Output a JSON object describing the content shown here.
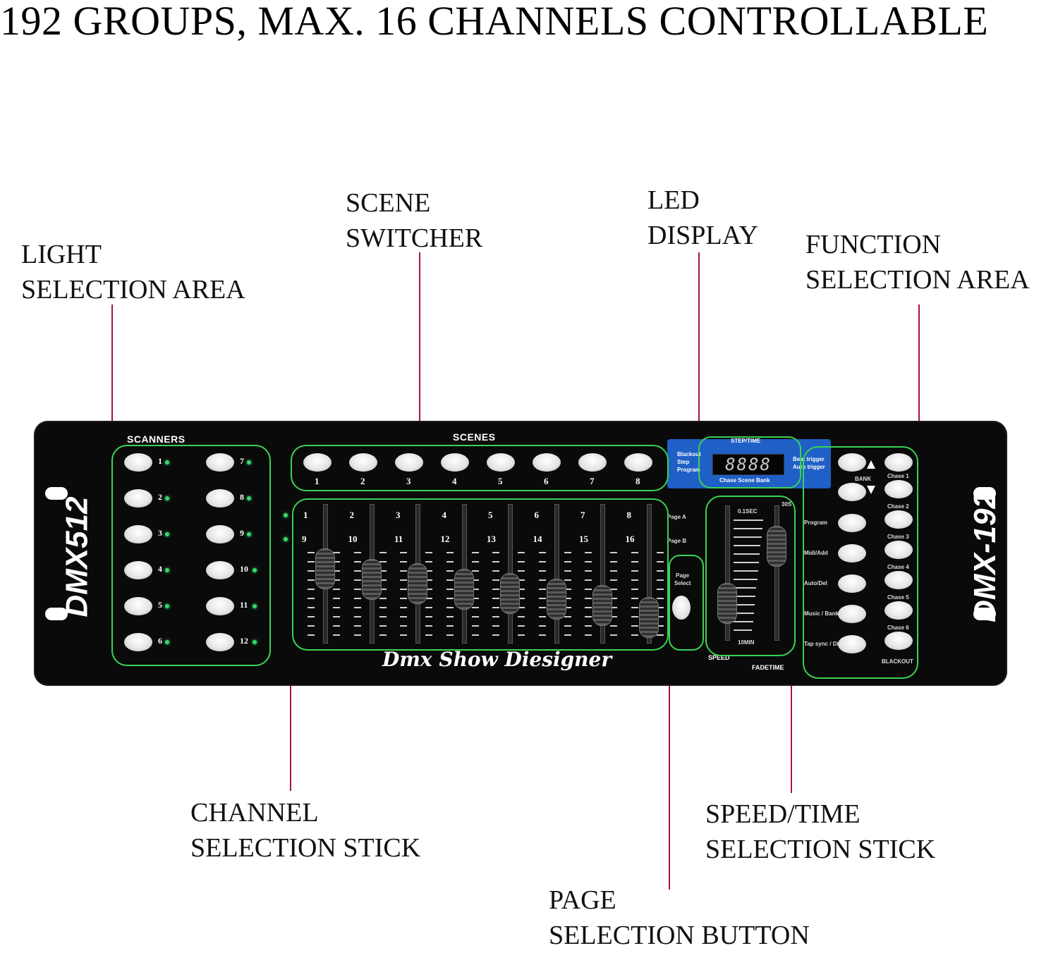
{
  "headline": "192 GROUPS, MAX. 16 CHANNELS CONTROLLABLE",
  "callouts": {
    "light": [
      "LIGHT",
      "SELECTION AREA"
    ],
    "scene": [
      "SCENE",
      "SWITCHER"
    ],
    "led": [
      "LED",
      "DISPLAY"
    ],
    "function": [
      "FUNCTION",
      "SELECTION AREA"
    ],
    "channel": [
      "CHANNEL",
      "SELECTION STICK"
    ],
    "speed": [
      "SPEED/TIME",
      "SELECTION STICK"
    ],
    "page": [
      "PAGE",
      "SELECTION BUTTON"
    ]
  },
  "device": {
    "left_brand": "DMX512",
    "right_brand": "DMX-192",
    "scanners_label": "SCANNERS",
    "scenes_label": "SCENES",
    "scanner_numbers": [
      "1",
      "2",
      "3",
      "4",
      "5",
      "6",
      "7",
      "8",
      "9",
      "10",
      "11",
      "12"
    ],
    "scene_numbers": [
      "1",
      "2",
      "3",
      "4",
      "5",
      "6",
      "7",
      "8"
    ],
    "channel_top": [
      "1",
      "2",
      "3",
      "4",
      "5",
      "6",
      "7",
      "8"
    ],
    "channel_bottom": [
      "9",
      "10",
      "11",
      "12",
      "13",
      "14",
      "15",
      "16"
    ],
    "page_a": "Page A",
    "page_b": "Page B",
    "page_select": [
      "Page",
      "Select"
    ],
    "step_time": "STEP/TIME",
    "led_readout": "8888",
    "display_bottom": "Chase Scene Bank",
    "display_left": [
      "Blackout",
      "Step",
      "Program"
    ],
    "display_right": [
      "Beat trigger",
      "Auto trigger"
    ],
    "speed_top": "0.1SEC",
    "speed_bottom": "10MIN",
    "fade_top": "30S",
    "speed_label": "SPEED",
    "fadetime_label": "FADETIME",
    "bank_label": "BANK",
    "function_left": [
      "Program",
      "Midi/Add",
      "Auto/Del",
      "Music / Bank copy",
      "Tap sync / Display"
    ],
    "chase_labels": [
      "Chase 1",
      "Chase 2",
      "Chase 3",
      "Chase 4",
      "Chase 5",
      "Chase 6"
    ],
    "blackout_label": "BLACKOUT",
    "script_title": "Dmx Show Diesigner"
  },
  "colors": {
    "leader": "#a3163a",
    "highlight": "#39d353",
    "panel_blue": "#1f5fc6",
    "led_indicator": "#38d86a"
  },
  "channel_fader_levels": [
    0.55,
    0.44,
    0.4,
    0.34,
    0.3,
    0.24,
    0.18,
    0.06
  ],
  "speed_fader_level": 0.18,
  "fade_fader_level": 0.78
}
